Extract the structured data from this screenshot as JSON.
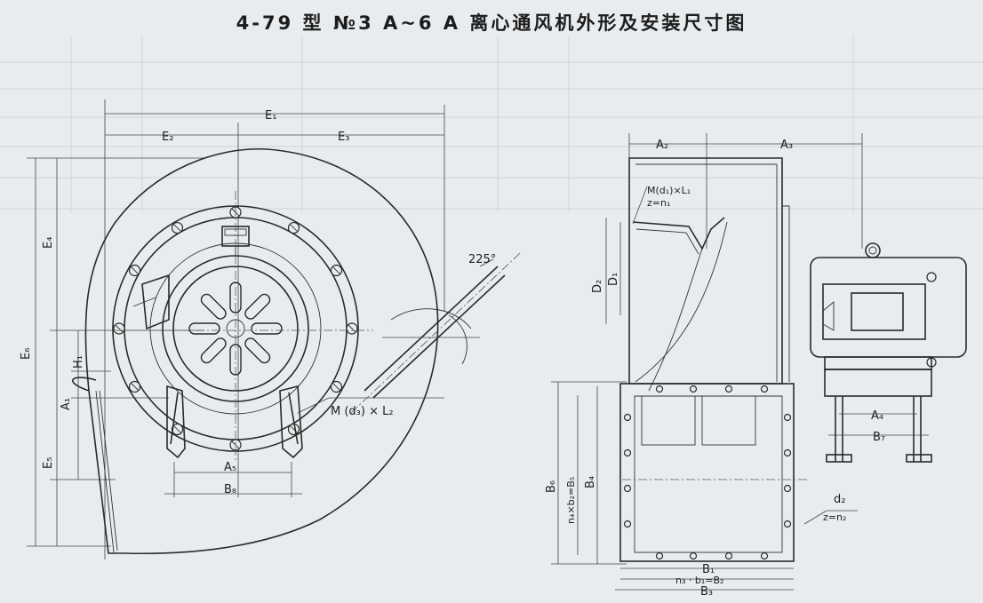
{
  "title": "4-79 型 №3 A~6 A 离心通风机外形及安装尺寸图",
  "labels": {
    "E1": "E₁",
    "E2": "E₂",
    "E3": "E₃",
    "E4": "E₄",
    "E5": "E₅",
    "E6": "E₆",
    "H1": "H₁",
    "A1": "A₁",
    "A2": "A₂",
    "A3": "A₃",
    "A4": "A₄",
    "A5": "A₅",
    "B1": "B₁",
    "B3": "B₃",
    "B4": "B₄",
    "B6": "B₆",
    "B7": "B₇",
    "B8": "B₈",
    "D1": "D₁",
    "D2": "D₂",
    "angle": "225°",
    "bolt_side": "M (d₃) × L₂",
    "bolt_top": "M(d₁)×L₁",
    "bolt_top_count": "z=n₁",
    "hole_d2": "d₂",
    "hole_d2_count": "z=n₂",
    "n4_b2_B5": "n₄×b₂=B₅",
    "n3_b1_B2": "n₃ · b₁=B₂"
  }
}
